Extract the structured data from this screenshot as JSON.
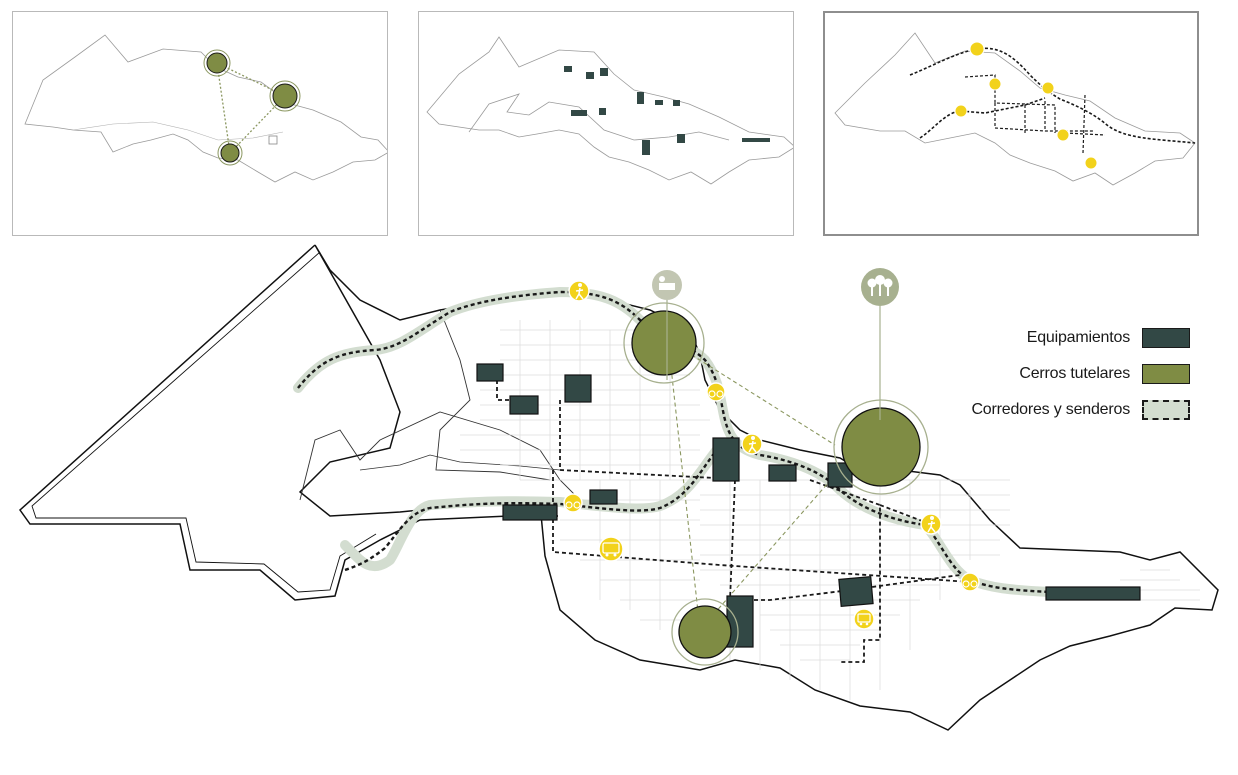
{
  "legend": {
    "items": [
      {
        "label": "Equipamientos",
        "key": "equipamientos"
      },
      {
        "label": "Cerros tutelares",
        "key": "cerros"
      },
      {
        "label": "Corredores y senderos",
        "key": "corredores"
      }
    ]
  },
  "colors": {
    "equipamiento": "#324845",
    "cerro": "#7f8c44",
    "cerro_ring": "#a7b08f",
    "corredor": "#d3ddd0",
    "route": "#1a1a1a",
    "icon_yellow": "#f2d21b",
    "icon_halo": "#c2c6b2"
  },
  "icons": {
    "walk": "pedestrian-icon",
    "bike": "bicycle-icon",
    "bus": "bus-icon",
    "tree": "trees-icon",
    "landmark": "landmark-icon"
  }
}
